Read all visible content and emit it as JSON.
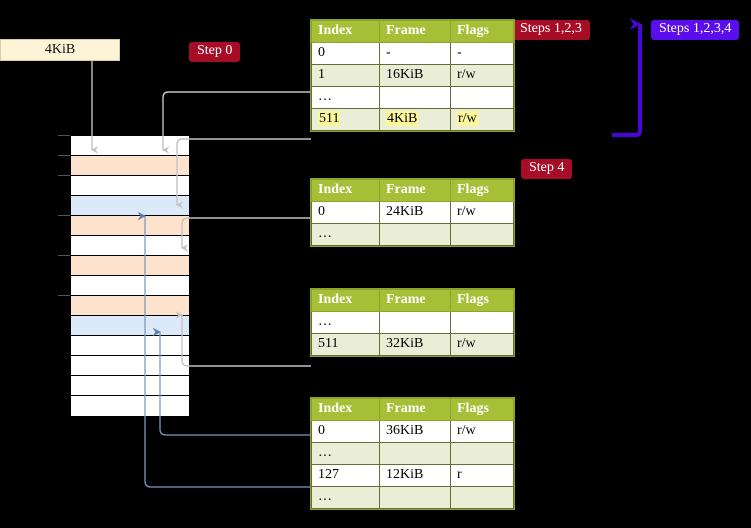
{
  "labels": {
    "size_box": "4KiB",
    "step0": "Step 0",
    "steps123": "Steps 1,2,3",
    "steps1234": "Steps 1,2,3,4",
    "step4": "Step 4"
  },
  "colors": {
    "badge_red": "#a80d28",
    "badge_purple": "#5a0ef0",
    "table_header": "#a6bf37",
    "table_row_alt": "#eaeed6",
    "highlight": "#fbf79a",
    "mem_peach": "#fde3cd",
    "mem_blue": "#dbe9f8",
    "size_box_fill": "#fdf3d7",
    "connector_gray": "#b9b9b9",
    "connector_blue": "#7b9dc4"
  },
  "table_headers": [
    "Index",
    "Frame",
    "Flags"
  ],
  "tables": [
    {
      "name": "pml4-table",
      "rows": [
        {
          "index": "0",
          "frame": "-",
          "flags": "-",
          "highlight": false
        },
        {
          "index": "1",
          "frame": "16KiB",
          "flags": "r/w",
          "highlight": false
        },
        {
          "index": "…",
          "frame": "",
          "flags": "",
          "highlight": false
        },
        {
          "index": "511",
          "frame": "4KiB",
          "flags": "r/w",
          "highlight": true
        }
      ]
    },
    {
      "name": "pdp-table",
      "rows": [
        {
          "index": "0",
          "frame": "24KiB",
          "flags": "r/w",
          "highlight": false
        },
        {
          "index": "…",
          "frame": "",
          "flags": "",
          "highlight": false
        }
      ]
    },
    {
      "name": "pd-table",
      "rows": [
        {
          "index": "…",
          "frame": "",
          "flags": "",
          "highlight": false
        },
        {
          "index": "511",
          "frame": "32KiB",
          "flags": "r/w",
          "highlight": false
        }
      ]
    },
    {
      "name": "pt-table",
      "rows": [
        {
          "index": "0",
          "frame": "36KiB",
          "flags": "r/w",
          "highlight": false
        },
        {
          "index": "…",
          "frame": "",
          "flags": "",
          "highlight": false
        },
        {
          "index": "127",
          "frame": "12KiB",
          "flags": "r",
          "highlight": false
        },
        {
          "index": "…",
          "frame": "",
          "flags": "",
          "highlight": false
        }
      ]
    }
  ],
  "memory_grid": {
    "rows": [
      {
        "fill": "white"
      },
      {
        "fill": "peach"
      },
      {
        "fill": "white"
      },
      {
        "fill": "blue"
      },
      {
        "fill": "peach"
      },
      {
        "fill": "white"
      },
      {
        "fill": "peach"
      },
      {
        "fill": "white"
      },
      {
        "fill": "peach"
      },
      {
        "fill": "blue"
      },
      {
        "fill": "white"
      },
      {
        "fill": "white"
      },
      {
        "fill": "white"
      },
      {
        "fill": "white"
      }
    ],
    "tick_rows": [
      0,
      1,
      2,
      4,
      6,
      8
    ]
  }
}
